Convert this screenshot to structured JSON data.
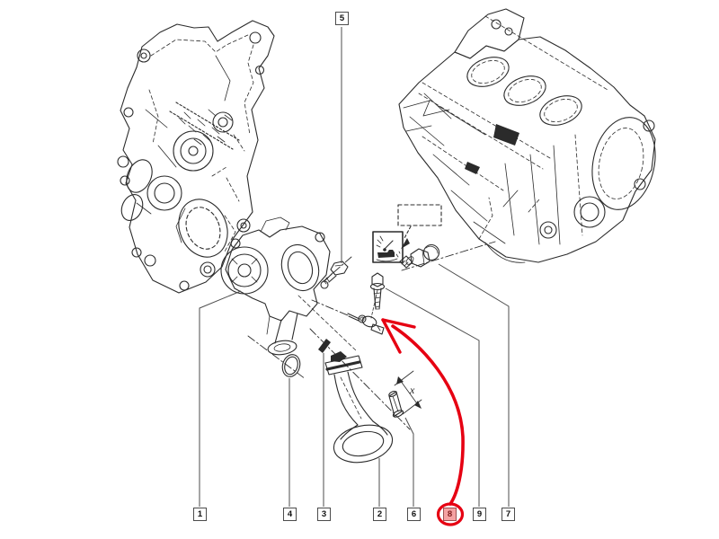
{
  "diagram": {
    "callouts": [
      {
        "label": "1",
        "highlighted": false
      },
      {
        "label": "4",
        "highlighted": false
      },
      {
        "label": "3",
        "highlighted": false
      },
      {
        "label": "2",
        "highlighted": false
      },
      {
        "label": "6",
        "highlighted": false
      },
      {
        "label": "8",
        "highlighted": true
      },
      {
        "label": "9",
        "highlighted": false
      },
      {
        "label": "7",
        "highlighted": false
      },
      {
        "label": "5",
        "highlighted": false
      }
    ],
    "dimension_label": "x",
    "icons": {
      "oil_pressure_warning": "oil-pressure-gauge-icon"
    },
    "colors": {
      "line": "#2b2b2b",
      "leader": "#4d4d4d",
      "highlight": "#e60012",
      "highlight_fill": "#f4a2a2",
      "highlight_text": "#7f1d1d",
      "bg": "#ffffff",
      "box_border": "#4c4c4c",
      "box_text": "#111111"
    }
  }
}
